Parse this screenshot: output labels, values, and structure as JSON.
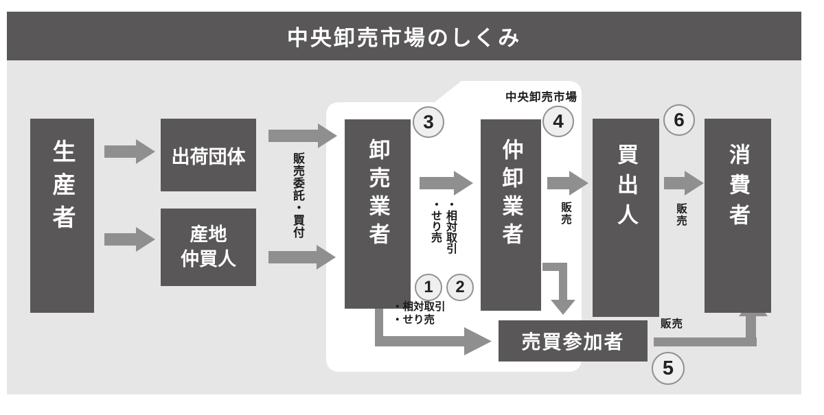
{
  "title": "中央卸売市場のしくみ",
  "market_area_label": "中央卸売市場",
  "boxes": {
    "producer": "生産者",
    "shipping_org": "出荷団体",
    "local_middleman": "産地\n仲買人",
    "wholesaler": "卸売業者",
    "intermediate_wholesaler": "仲卸業者",
    "buyer": "買出人",
    "consumer": "消費者",
    "trade_participant": "売買参加者"
  },
  "labels": {
    "consignment_vertical": "販売委託・買付",
    "trade_methods_vertical": "・相対取引\n・せり売",
    "trade_methods_horizontal": "・相対取引\n・せり売",
    "sales_vertical_intermediate": "販売",
    "sales_vertical_buyer": "販売",
    "sales_horizontal_participant": "販売"
  },
  "circles": {
    "c1": "1",
    "c2": "2",
    "c3": "3",
    "c4": "4",
    "c5": "5",
    "c6": "6"
  },
  "colors": {
    "box_dark": "#595757",
    "arrow_gray": "#8f8f8f",
    "panel_bg": "#e6e6e6",
    "market_region": "#ffffff",
    "circle_fill": "#efefef",
    "circle_border": "#919191",
    "title_text": "#ffffff",
    "label_text": "#1a1a1a"
  }
}
